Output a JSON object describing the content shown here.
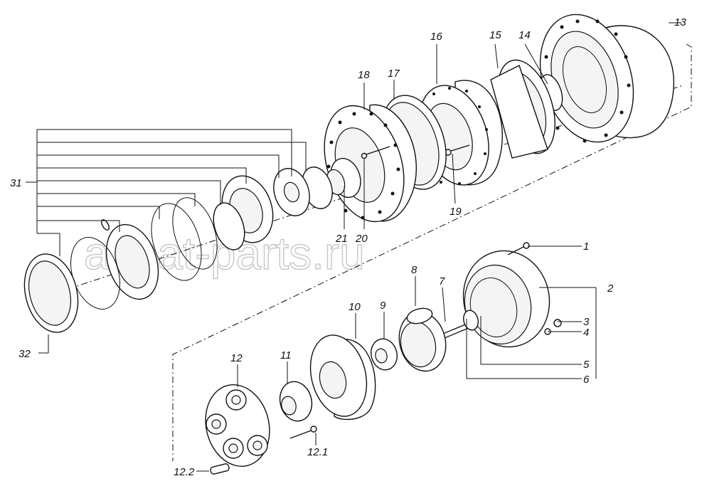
{
  "watermark": "ansat-parts.ru",
  "callouts": {
    "c1": "1",
    "c2": "2",
    "c3": "3",
    "c4": "4",
    "c5": "5",
    "c6": "6",
    "c7": "7",
    "c8": "8",
    "c9": "9",
    "c10": "10",
    "c11": "11",
    "c12": "12",
    "c12_1": "12.1",
    "c12_2": "12.2",
    "c13": "13",
    "c14": "14",
    "c15": "15",
    "c16": "16",
    "c17": "17",
    "c18": "18",
    "c19": "19",
    "c20": "20",
    "c21": "21",
    "c31": "31",
    "c32": "32"
  }
}
